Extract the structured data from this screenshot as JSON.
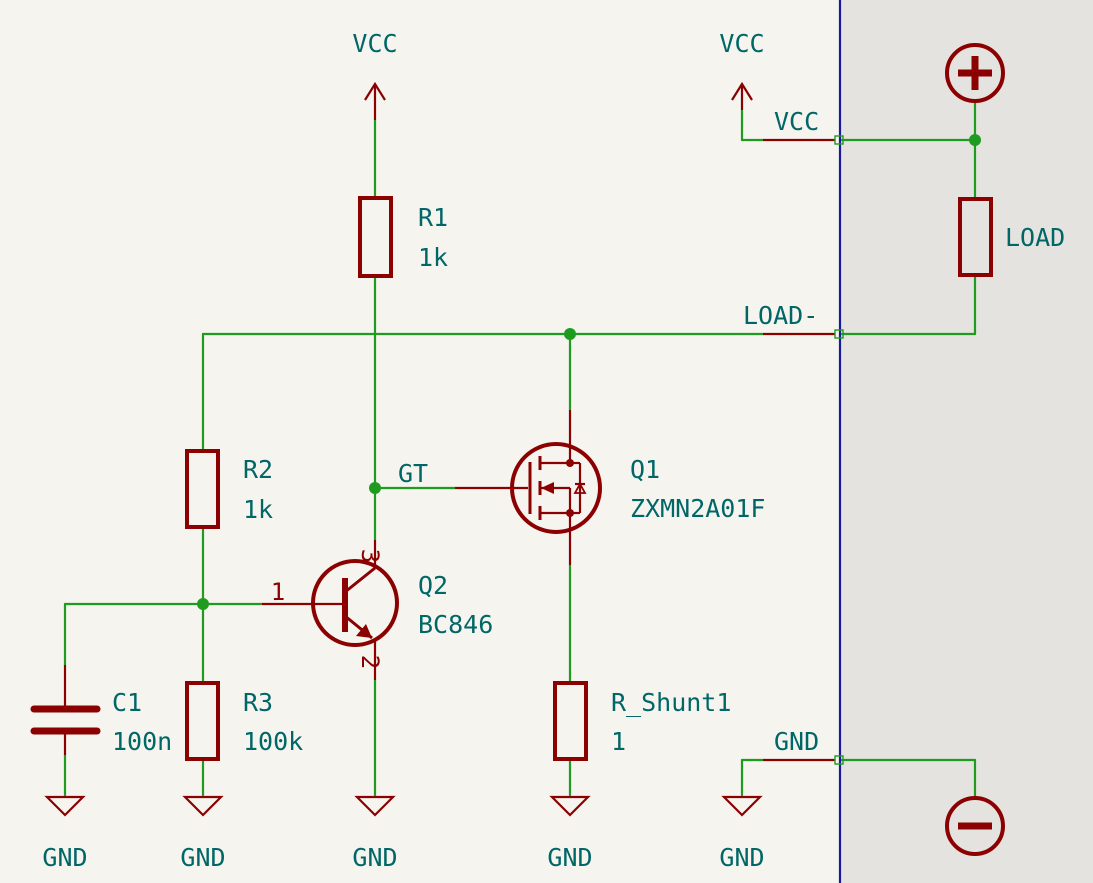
{
  "power": {
    "vcc_label": "VCC",
    "gnd_label": "GND"
  },
  "components": {
    "r1": {
      "ref": "R1",
      "value": "1k"
    },
    "r2": {
      "ref": "R2",
      "value": "1k"
    },
    "r3": {
      "ref": "R3",
      "value": "100k"
    },
    "c1": {
      "ref": "C1",
      "value": "100n"
    },
    "q1": {
      "ref": "Q1",
      "value": "ZXMN2A01F"
    },
    "q2": {
      "ref": "Q2",
      "value": "BC846",
      "pin_base": "1",
      "pin_emitter": "2",
      "pin_collector": "3"
    },
    "rshunt": {
      "ref": "R_Shunt1",
      "value": "1"
    },
    "load": {
      "ref": "LOAD"
    }
  },
  "nets": {
    "gate": "GT",
    "vcc": "VCC",
    "load_minus": "LOAD-",
    "gnd": "GND"
  },
  "colors": {
    "wire": "#1f9c1f",
    "symbol": "#8b0000",
    "text": "#006666",
    "sheet_border": "#1a1aa0",
    "background": "#f5f4ef",
    "side_panel": "#e4e3df"
  }
}
